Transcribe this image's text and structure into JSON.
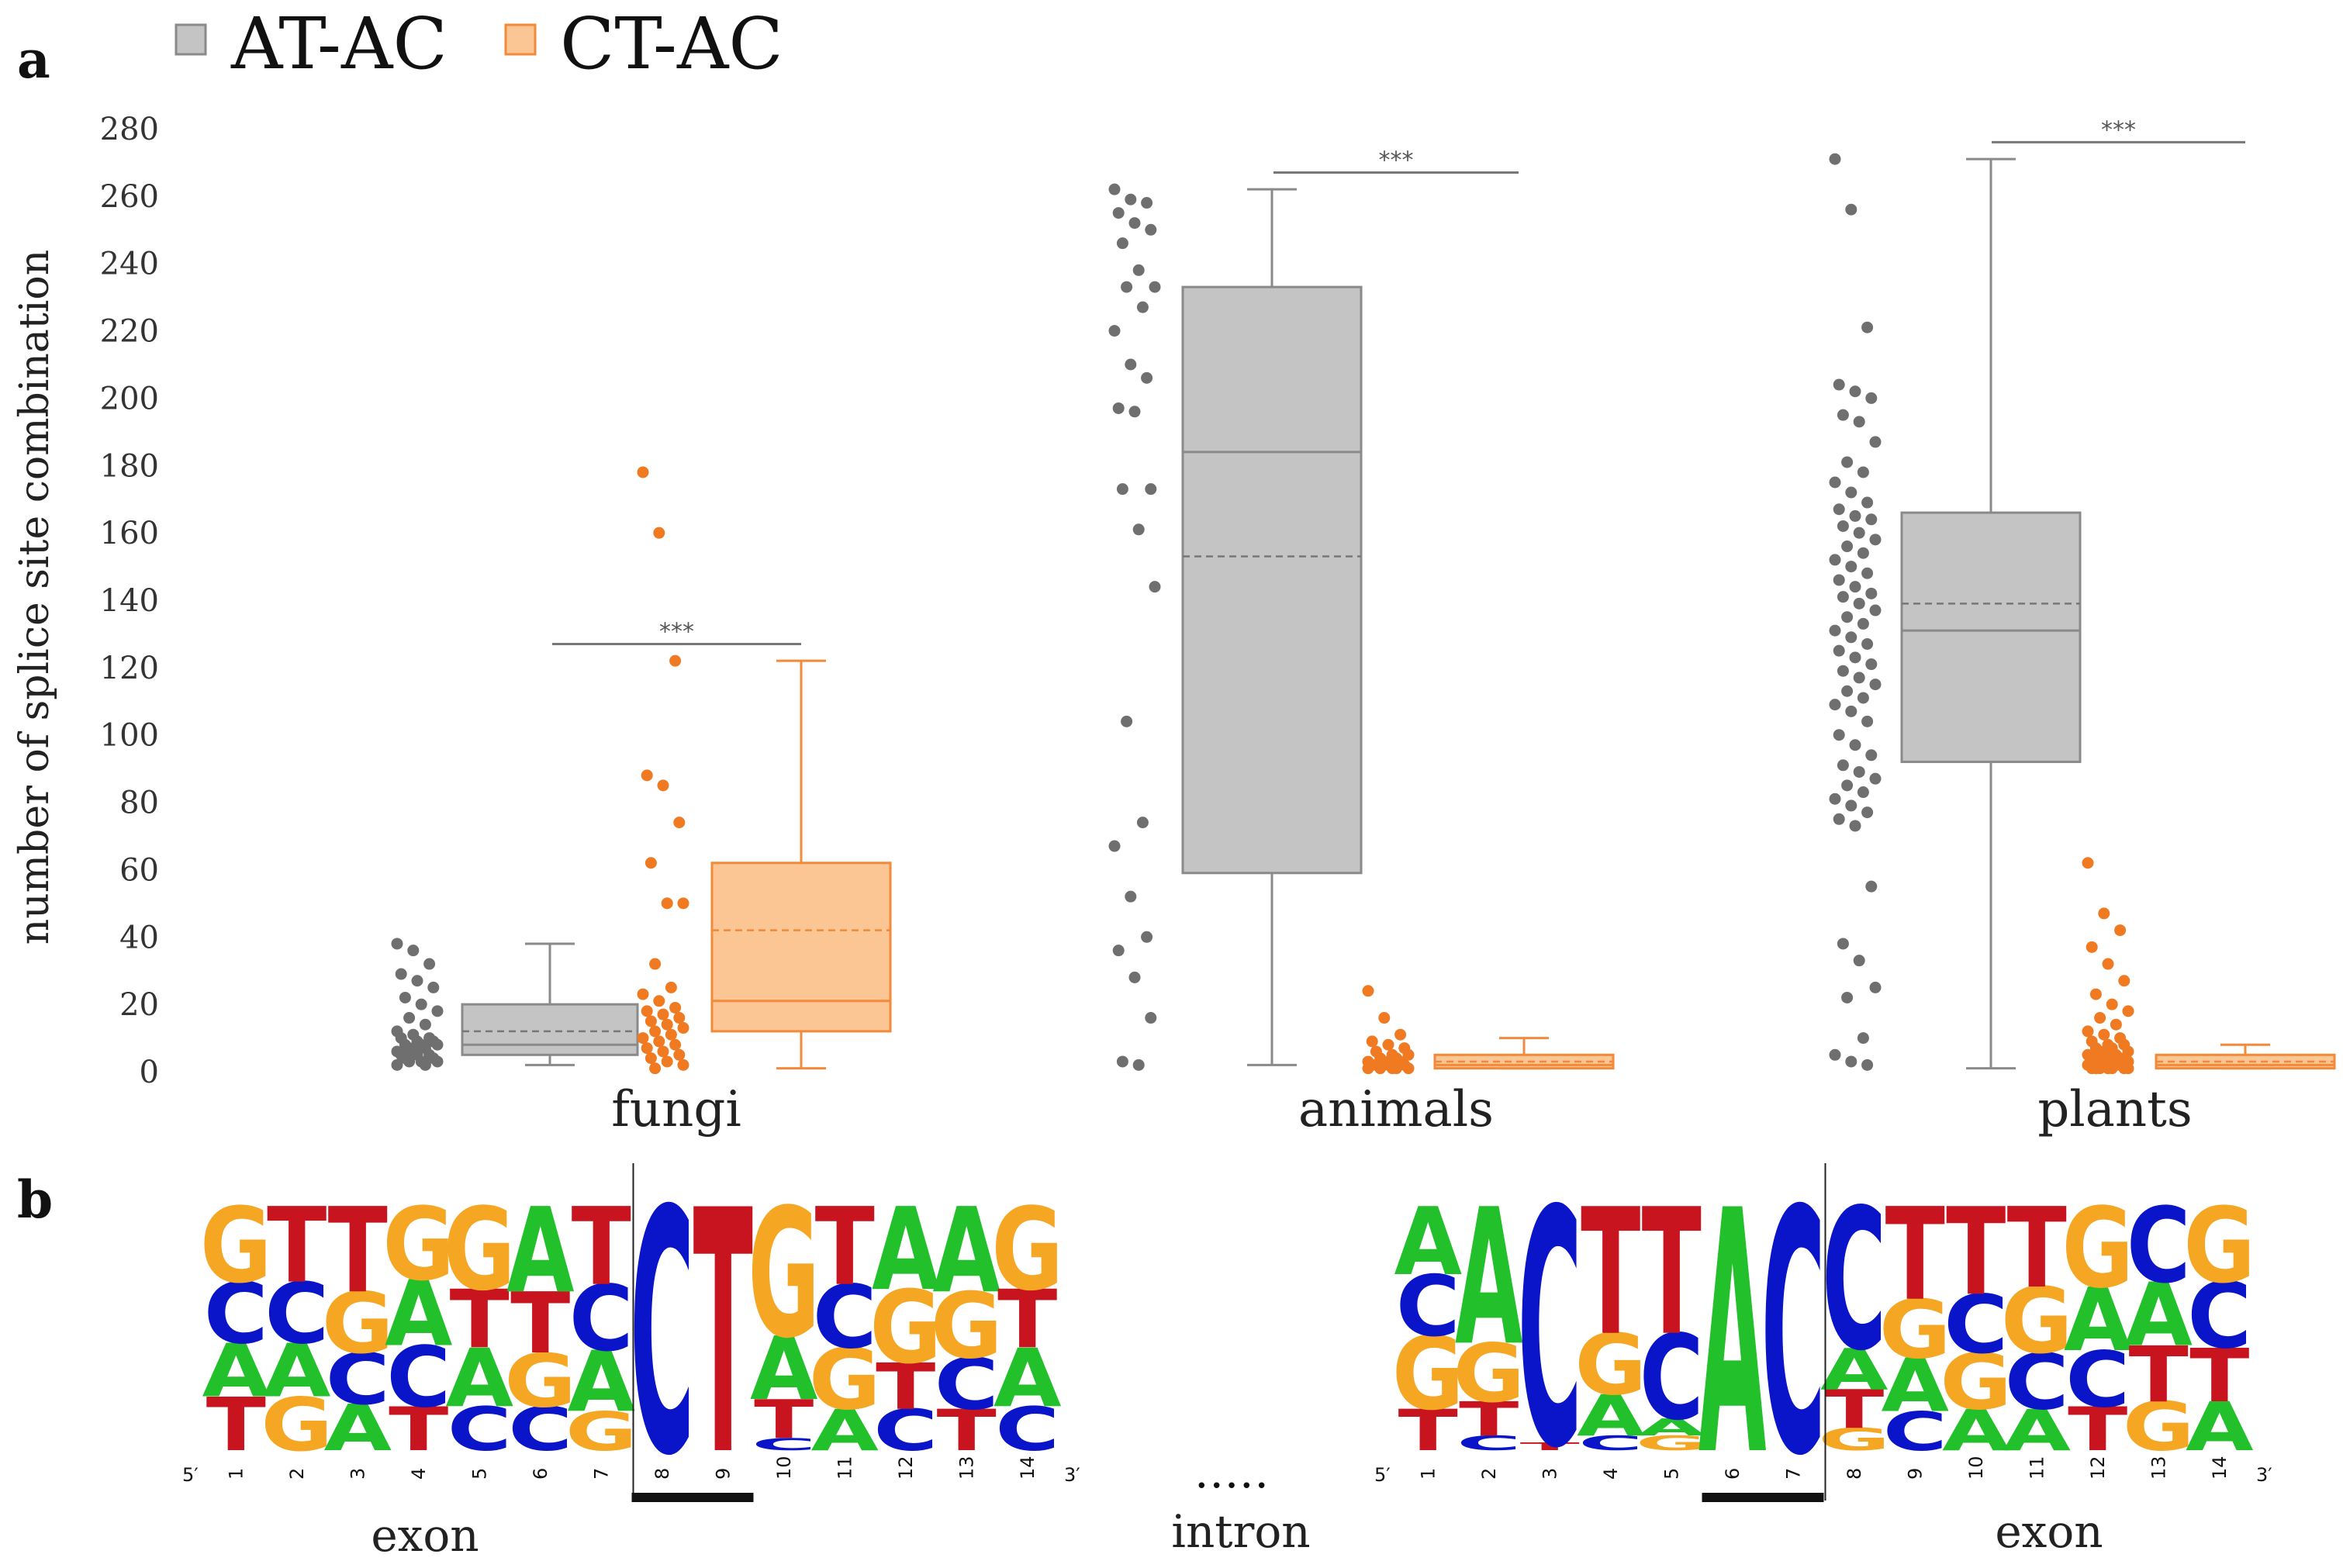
{
  "panels": {
    "a": "a",
    "b": "b"
  },
  "legend": [
    {
      "label": "AT-AC",
      "fill": "#c4c4c4",
      "stroke": "#8a8a8a"
    },
    {
      "label": "CT-AC",
      "fill": "#fbc594",
      "stroke": "#f28a3a"
    }
  ],
  "chart_data": {
    "type": "box",
    "ylabel": "number of splice site combination",
    "ylim": [
      0,
      280
    ],
    "yticks": [
      0,
      20,
      40,
      60,
      80,
      100,
      120,
      140,
      160,
      180,
      200,
      220,
      240,
      260,
      280
    ],
    "grid": false,
    "legend_position": "top-left",
    "series_colors": {
      "AT-AC": "#8a8a8a",
      "CT-AC": "#f08030"
    },
    "categories": [
      "fungi",
      "animals",
      "plants"
    ],
    "groups": [
      {
        "name": "fungi",
        "significance": "***",
        "boxes": [
          {
            "series": "AT-AC",
            "min": 2,
            "q1": 5,
            "median": 8,
            "mean": 12,
            "q3": 20,
            "max": 38,
            "points": [
              38,
              36,
              32,
              29,
              27,
              25,
              22,
              20,
              18,
              16,
              14,
              12,
              11,
              10,
              10,
              9,
              9,
              8,
              8,
              8,
              7,
              7,
              6,
              6,
              5,
              5,
              5,
              4,
              4,
              3,
              3,
              3,
              2,
              2
            ]
          },
          {
            "series": "CT-AC",
            "min": 1,
            "q1": 12,
            "median": 21,
            "mean": 42,
            "q3": 62,
            "max": 122,
            "points": [
              178,
              160,
              122,
              88,
              85,
              74,
              62,
              50,
              50,
              32,
              25,
              23,
              21,
              19,
              18,
              17,
              16,
              15,
              14,
              13,
              12,
              11,
              10,
              9,
              8,
              7,
              6,
              5,
              4,
              3,
              2,
              1
            ]
          }
        ],
        "sig_y": 127
      },
      {
        "name": "animals",
        "significance": "***",
        "boxes": [
          {
            "series": "AT-AC",
            "min": 2,
            "q1": 59,
            "median": 184,
            "mean": 153,
            "q3": 233,
            "max": 262,
            "points": [
              262,
              259,
              258,
              255,
              252,
              250,
              246,
              238,
              233,
              233,
              227,
              220,
              210,
              206,
              197,
              196,
              173,
              173,
              161,
              144,
              104,
              74,
              67,
              52,
              40,
              36,
              28,
              16,
              3,
              2
            ]
          },
          {
            "series": "CT-AC",
            "min": 1,
            "q1": 1,
            "median": 2,
            "mean": 3,
            "q3": 5,
            "max": 10,
            "points": [
              24,
              16,
              11,
              9,
              8,
              7,
              6,
              5,
              5,
              4,
              4,
              3,
              3,
              3,
              2,
              2,
              2,
              2,
              1,
              1,
              1,
              1,
              1
            ]
          }
        ],
        "sig_y": 267
      },
      {
        "name": "plants",
        "significance": "***",
        "boxes": [
          {
            "series": "AT-AC",
            "min": 1,
            "q1": 92,
            "median": 131,
            "mean": 139,
            "q3": 166,
            "max": 271,
            "points": [
              271,
              256,
              221,
              204,
              202,
              200,
              195,
              193,
              187,
              181,
              178,
              175,
              172,
              169,
              167,
              165,
              164,
              162,
              160,
              158,
              156,
              154,
              152,
              150,
              148,
              146,
              144,
              142,
              141,
              139,
              137,
              135,
              133,
              131,
              129,
              127,
              125,
              123,
              121,
              119,
              117,
              115,
              113,
              111,
              109,
              107,
              104,
              100,
              97,
              94,
              91,
              89,
              87,
              85,
              83,
              81,
              79,
              77,
              75,
              73,
              55,
              38,
              33,
              25,
              22,
              10,
              5,
              3,
              2
            ]
          },
          {
            "series": "CT-AC",
            "min": 1,
            "q1": 1,
            "median": 2,
            "mean": 3,
            "q3": 5,
            "max": 8,
            "points": [
              62,
              47,
              42,
              37,
              32,
              27,
              23,
              20,
              18,
              16,
              14,
              12,
              11,
              10,
              9,
              8,
              8,
              7,
              7,
              6,
              6,
              5,
              5,
              5,
              4,
              4,
              4,
              3,
              3,
              3,
              3,
              2,
              2,
              2,
              2,
              2,
              1,
              1,
              1,
              1,
              1,
              1,
              1
            ]
          }
        ],
        "sig_y": 276
      }
    ]
  },
  "logos": [
    {
      "name": "donor-logo",
      "region": "exon",
      "start": "5′",
      "end": "3′",
      "boundary_after": 7,
      "underline": [
        8,
        9
      ],
      "positions": [
        {
          "n": "1",
          "stack": [
            [
              "T",
              0.22
            ],
            [
              "A",
              0.22
            ],
            [
              "C",
              0.25
            ],
            [
              "G",
              0.31
            ]
          ]
        },
        {
          "n": "2",
          "stack": [
            [
              "G",
              0.22
            ],
            [
              "A",
              0.22
            ],
            [
              "C",
              0.25
            ],
            [
              "T",
              0.31
            ]
          ]
        },
        {
          "n": "3",
          "stack": [
            [
              "A",
              0.19
            ],
            [
              "C",
              0.21
            ],
            [
              "G",
              0.25
            ],
            [
              "T",
              0.35
            ]
          ]
        },
        {
          "n": "4",
          "stack": [
            [
              "T",
              0.18
            ],
            [
              "C",
              0.25
            ],
            [
              "A",
              0.27
            ],
            [
              "G",
              0.3
            ]
          ]
        },
        {
          "n": "5",
          "stack": [
            [
              "C",
              0.18
            ],
            [
              "A",
              0.24
            ],
            [
              "T",
              0.24
            ],
            [
              "G",
              0.34
            ]
          ]
        },
        {
          "n": "6",
          "stack": [
            [
              "C",
              0.18
            ],
            [
              "G",
              0.22
            ],
            [
              "T",
              0.25
            ],
            [
              "A",
              0.35
            ]
          ]
        },
        {
          "n": "7",
          "stack": [
            [
              "G",
              0.16
            ],
            [
              "A",
              0.25
            ],
            [
              "C",
              0.27
            ],
            [
              "T",
              0.32
            ]
          ]
        },
        {
          "n": "8",
          "stack": [
            [
              "C",
              1.0
            ]
          ]
        },
        {
          "n": "9",
          "stack": [
            [
              "T",
              1.0
            ]
          ]
        },
        {
          "n": "10",
          "stack": [
            [
              "C",
              0.05
            ],
            [
              "T",
              0.16
            ],
            [
              "A",
              0.26
            ],
            [
              "G",
              0.53
            ]
          ]
        },
        {
          "n": "11",
          "stack": [
            [
              "A",
              0.17
            ],
            [
              "G",
              0.25
            ],
            [
              "C",
              0.26
            ],
            [
              "T",
              0.32
            ]
          ]
        },
        {
          "n": "12",
          "stack": [
            [
              "C",
              0.17
            ],
            [
              "T",
              0.19
            ],
            [
              "G",
              0.3
            ],
            [
              "A",
              0.34
            ]
          ]
        },
        {
          "n": "13",
          "stack": [
            [
              "T",
              0.17
            ],
            [
              "C",
              0.21
            ],
            [
              "G",
              0.27
            ],
            [
              "A",
              0.35
            ]
          ]
        },
        {
          "n": "14",
          "stack": [
            [
              "C",
              0.18
            ],
            [
              "A",
              0.24
            ],
            [
              "T",
              0.24
            ],
            [
              "G",
              0.34
            ]
          ]
        }
      ]
    },
    {
      "name": "acceptor-logo",
      "region": "exon",
      "start": "5′",
      "end": "3′",
      "boundary_after": 7,
      "underline": [
        6,
        7
      ],
      "positions": [
        {
          "n": "1",
          "stack": [
            [
              "T",
              0.17
            ],
            [
              "G",
              0.3
            ],
            [
              "C",
              0.25
            ],
            [
              "A",
              0.28
            ]
          ]
        },
        {
          "n": "2",
          "stack": [
            [
              "C",
              0.06
            ],
            [
              "T",
              0.14
            ],
            [
              "G",
              0.24
            ],
            [
              "A",
              0.56
            ]
          ]
        },
        {
          "n": "3",
          "stack": [
            [
              "T",
              0.03
            ],
            [
              "C",
              0.97
            ]
          ]
        },
        {
          "n": "4",
          "stack": [
            [
              "C",
              0.06
            ],
            [
              "A",
              0.17
            ],
            [
              "G",
              0.25
            ],
            [
              "T",
              0.52
            ]
          ]
        },
        {
          "n": "5",
          "stack": [
            [
              "G",
              0.06
            ],
            [
              "A",
              0.07
            ],
            [
              "C",
              0.35
            ],
            [
              "T",
              0.52
            ]
          ]
        },
        {
          "n": "6",
          "stack": [
            [
              "A",
              1.0
            ]
          ]
        },
        {
          "n": "7",
          "stack": [
            [
              "C",
              1.0
            ]
          ]
        },
        {
          "n": "8",
          "stack": [
            [
              "G",
              0.09
            ],
            [
              "T",
              0.16
            ],
            [
              "A",
              0.17
            ],
            [
              "C",
              0.58
            ]
          ]
        },
        {
          "n": "9",
          "stack": [
            [
              "C",
              0.16
            ],
            [
              "A",
              0.22
            ],
            [
              "G",
              0.24
            ],
            [
              "T",
              0.38
            ]
          ]
        },
        {
          "n": "10",
          "stack": [
            [
              "A",
              0.17
            ],
            [
              "G",
              0.23
            ],
            [
              "C",
              0.24
            ],
            [
              "T",
              0.36
            ]
          ]
        },
        {
          "n": "11",
          "stack": [
            [
              "A",
              0.17
            ],
            [
              "C",
              0.23
            ],
            [
              "G",
              0.27
            ],
            [
              "T",
              0.33
            ]
          ]
        },
        {
          "n": "12",
          "stack": [
            [
              "T",
              0.18
            ],
            [
              "C",
              0.23
            ],
            [
              "A",
              0.26
            ],
            [
              "G",
              0.33
            ]
          ]
        },
        {
          "n": "13",
          "stack": [
            [
              "G",
              0.2
            ],
            [
              "T",
              0.23
            ],
            [
              "A",
              0.26
            ],
            [
              "C",
              0.31
            ]
          ]
        },
        {
          "n": "14",
          "stack": [
            [
              "A",
              0.2
            ],
            [
              "T",
              0.22
            ],
            [
              "C",
              0.27
            ],
            [
              "G",
              0.31
            ]
          ]
        }
      ]
    }
  ],
  "intron_label": "intron",
  "intron_dots": "•••••",
  "nucleotide_colors": {
    "A": "#22c02a",
    "C": "#0a14c8",
    "G": "#f5a623",
    "T": "#c8141e"
  }
}
